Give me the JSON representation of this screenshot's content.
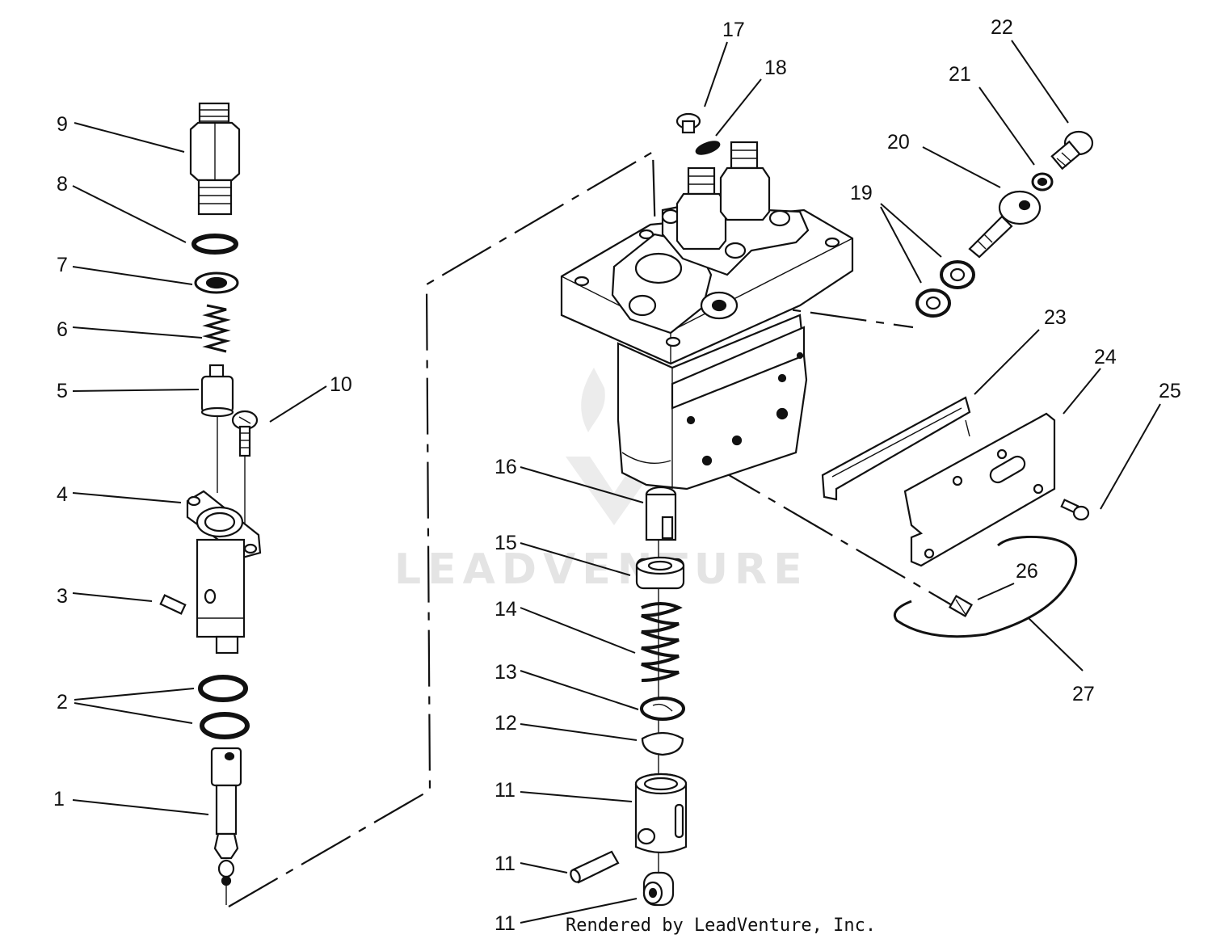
{
  "watermark": {
    "text": "LEADVENTURE"
  },
  "credit": {
    "text": "Rendered by LeadVenture, Inc."
  },
  "callouts": [
    {
      "label": "9"
    },
    {
      "label": "8"
    },
    {
      "label": "7"
    },
    {
      "label": "6"
    },
    {
      "label": "5"
    },
    {
      "label": "10"
    },
    {
      "label": "4"
    },
    {
      "label": "3"
    },
    {
      "label": "2"
    },
    {
      "label": "1"
    },
    {
      "label": "17"
    },
    {
      "label": "18"
    },
    {
      "label": "22"
    },
    {
      "label": "21"
    },
    {
      "label": "20"
    },
    {
      "label": "19"
    },
    {
      "label": "23"
    },
    {
      "label": "24"
    },
    {
      "label": "25"
    },
    {
      "label": "16"
    },
    {
      "label": "15"
    },
    {
      "label": "26"
    },
    {
      "label": "14"
    },
    {
      "label": "27"
    },
    {
      "label": "13"
    },
    {
      "label": "12"
    },
    {
      "label": "11"
    },
    {
      "label": "11"
    },
    {
      "label": "11"
    }
  ]
}
